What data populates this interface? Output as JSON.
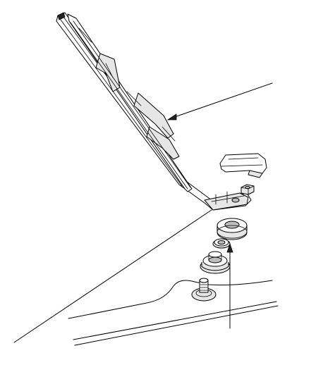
{
  "figure": {
    "parts": [
      "wiper-blade",
      "wiper-arm",
      "pivot-cap",
      "nut",
      "arm-base",
      "washer",
      "bushing",
      "pivot-shaft",
      "rear-window-edge"
    ],
    "leader_lines": 3,
    "colors": {
      "line": "#000000",
      "background": "#ffffff",
      "light_fill": "#e6e6e6",
      "mid_fill": "#bdbdbd"
    }
  }
}
